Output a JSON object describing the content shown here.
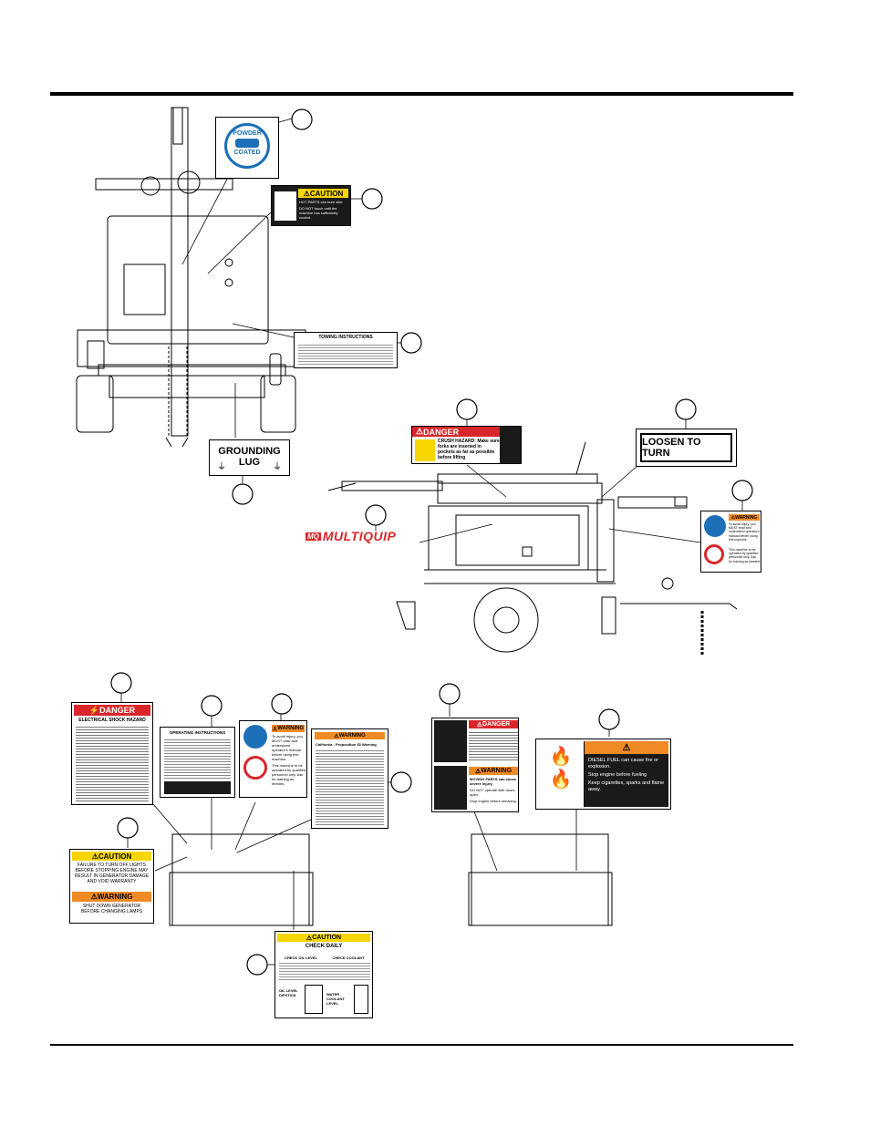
{
  "decals": {
    "powder_coated": {
      "top": "POWDER",
      "bottom": "COATED"
    },
    "caution_hot": {
      "header": "CAUTION",
      "line1": "HOT PARTS can burn skin.",
      "line2": "DO NOT touch until the machine has sufficiently cooled."
    },
    "towing": {
      "title": "TOWING INSTRUCTIONS"
    },
    "grounding": {
      "line1": "GROUNDING",
      "line2": "LUG"
    },
    "danger_crush": {
      "header": "DANGER",
      "text": "CRUSH HAZARD: Make sure forks are inserted in pockets as far as possible before lifting"
    },
    "loosen": {
      "text": "LOOSEN TO TURN"
    },
    "brand": {
      "text": "MULTIQUIP",
      "mark": "MQ"
    },
    "warning_manual": {
      "header": "WARNING",
      "text": "To avoid injury, you MUST read and understand operator's manual before using this machine.",
      "text2": "This machine to be operated by qualified personnel only. Ask for training as needed."
    },
    "danger_shock": {
      "header": "DANGER",
      "title": "ELECTRICAL SHOCK HAZARD"
    },
    "operating": {
      "title": "OPERATING INSTRUCTIONS"
    },
    "warning_manual2": {
      "header": "WARNING",
      "text": "To avoid injury, you MUST read and understand operator's manual before using this machine.",
      "text2": "This machine to be operated by qualified personnel only. Ask for training as needed."
    },
    "prop65": {
      "header": "WARNING",
      "title": "California - Proposition 65 Warning"
    },
    "caution_lights": {
      "header": "CAUTION",
      "text": "FAILURE TO TURN OFF LIGHTS BEFORE STOPPING ENGINE MAY RESULT IN GENERATOR DAMAGE AND VOID WARRANTY",
      "header2": "WARNING",
      "text2": "SHUT DOWN GENERATOR BEFORE CHANGING LAMPS"
    },
    "caution_check": {
      "header": "CAUTION",
      "title": "CHECK DAILY",
      "col1": "CHECK OIL LEVEL",
      "col2": "CHECK COOLANT",
      "label1": "OIL LEVEL DIPSTICK",
      "label2": "WATER COOLANT LEVEL"
    },
    "danger_explosion": {
      "header": "DANGER",
      "header2": "WARNING",
      "text2": "MOVING PARTS can cause severe injury.",
      "text3": "DO NOT operate with doors open.",
      "text4": "Stop engine before servicing."
    },
    "diesel": {
      "line1": "DIESEL FUEL can cause fire or explosion.",
      "line2": "Stop engine before fueling",
      "line3": "Keep cigarettes, sparks and flame away."
    }
  },
  "colors": {
    "caution": "#f7d500",
    "danger": "#d9262b",
    "warning": "#f08a24",
    "blue": "#1d6fb8",
    "dark": "#1a1a1a"
  }
}
